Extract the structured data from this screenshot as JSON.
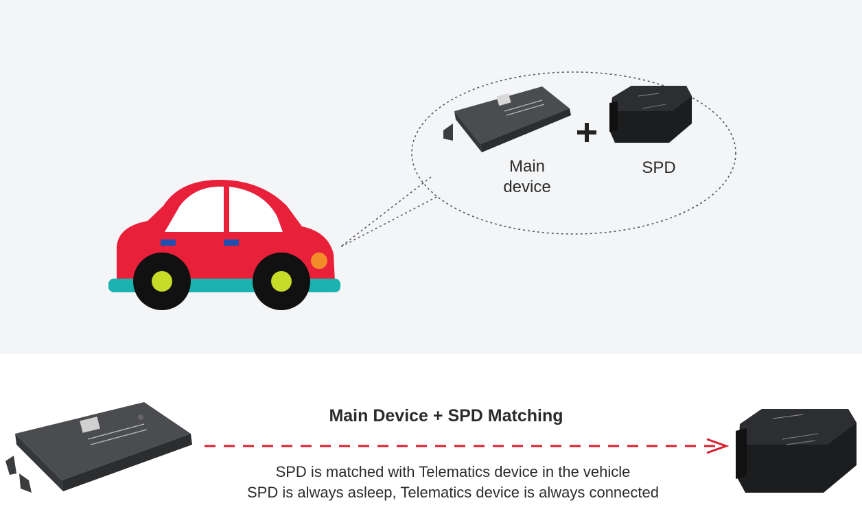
{
  "top": {
    "main_device_label_line1": "Main",
    "main_device_label_line2": "device",
    "spd_label": "SPD",
    "plus_symbol": "+"
  },
  "bottom": {
    "title": "Main Device + SPD Matching",
    "line1": "SPD is matched with Telematics device in the vehicle",
    "line2": "SPD is always asleep, Telematics device is always connected"
  },
  "colors": {
    "car_body": "#e8203a",
    "car_bumper": "#1ab3b0",
    "wheel": "#111111",
    "hub": "#c6dc28",
    "headlight": "#f28c28",
    "arrow": "#d81e2e",
    "device": "#2f3133"
  },
  "icons": [
    "car-icon",
    "main-device-icon",
    "spd-icon",
    "dashed-arrow-icon"
  ]
}
